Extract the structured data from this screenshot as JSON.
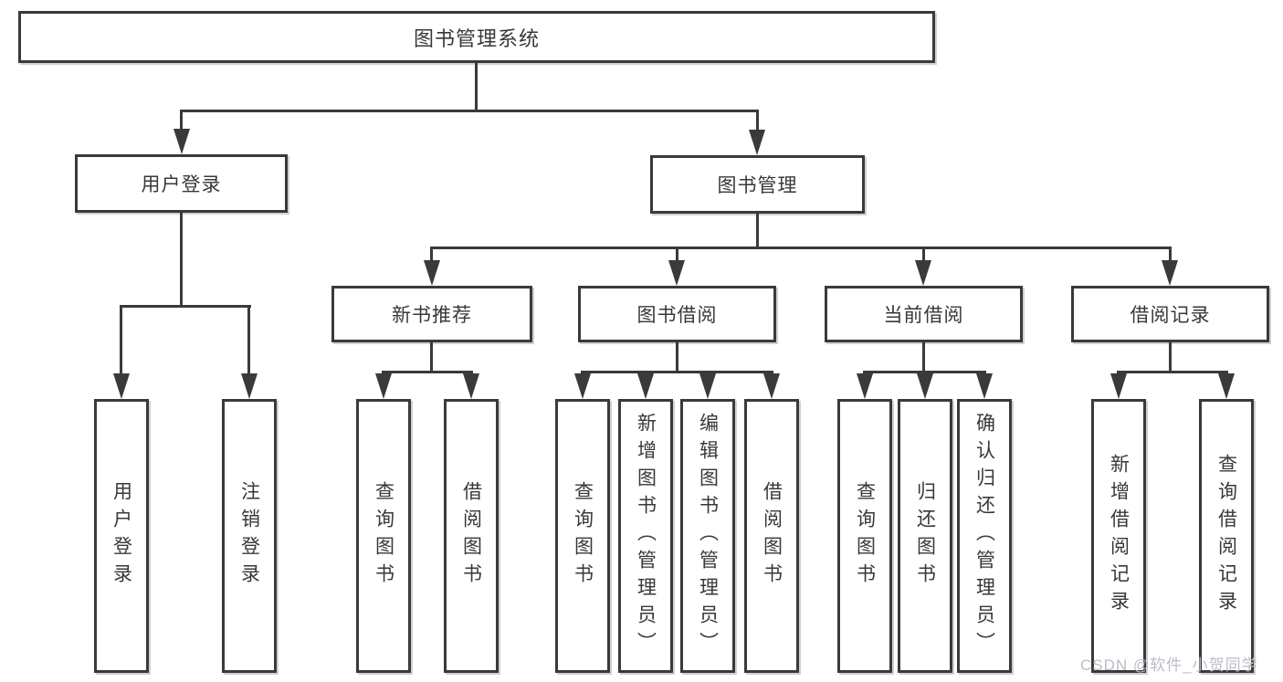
{
  "diagram": {
    "type": "tree",
    "root": {
      "label": "图书管理系统"
    },
    "children": [
      {
        "label": "用户登录",
        "children": [
          {
            "label": "用户登录"
          },
          {
            "label": "注销登录"
          }
        ]
      },
      {
        "label": "图书管理",
        "children": [
          {
            "label": "新书推荐",
            "children": [
              {
                "label": "查询图书"
              },
              {
                "label": "借阅图书"
              }
            ]
          },
          {
            "label": "图书借阅",
            "children": [
              {
                "label": "查询图书"
              },
              {
                "label": "新增图书（管理员）"
              },
              {
                "label": "编辑图书（管理员）"
              },
              {
                "label": "借阅图书"
              }
            ]
          },
          {
            "label": "当前借阅",
            "children": [
              {
                "label": "查询图书"
              },
              {
                "label": "归还图书"
              },
              {
                "label": "确认归还（管理员）"
              }
            ]
          },
          {
            "label": "借阅记录",
            "children": [
              {
                "label": "新增借阅记录"
              },
              {
                "label": "查询借阅记录"
              }
            ]
          }
        ]
      }
    ]
  },
  "watermark": {
    "text": "CSDN @软件_小贺同学"
  },
  "colors": {
    "line": "#3a3a3a",
    "text": "#383838",
    "box_background": "#ffffff",
    "watermark": "#b9bdc6"
  }
}
